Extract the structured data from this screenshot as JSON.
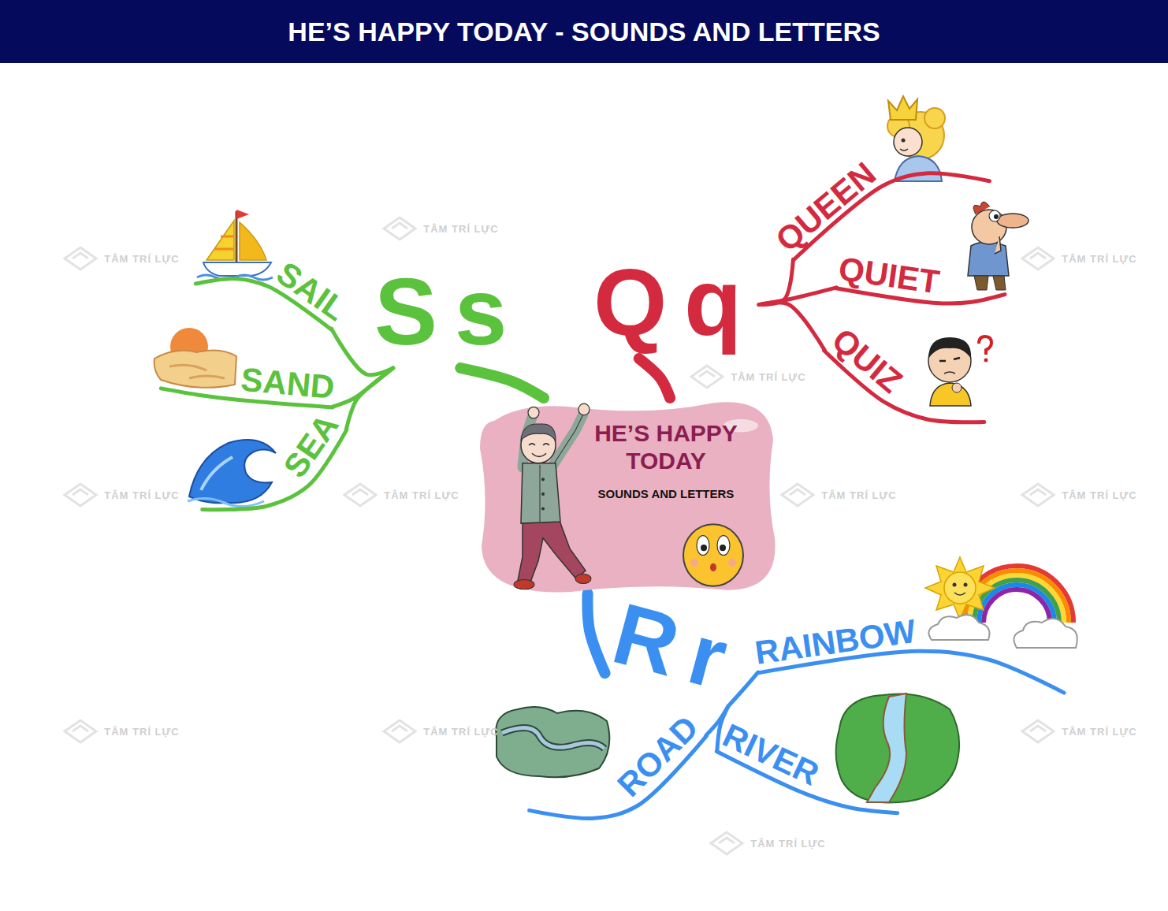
{
  "diagram": {
    "title": "HE’S HAPPY TODAY - SOUNDS AND LETTERS",
    "nodes": [
      {
        "text": [
          "HE’S HAPPY TODAY",
          "SOUNDS AND LETTERS"
        ]
      },
      {
        "text": [
          "Ss"
        ]
      },
      {
        "text": [
          "SAIL"
        ]
      },
      {
        "text": [
          "SAND"
        ]
      },
      {
        "text": [
          "SEA"
        ]
      },
      {
        "text": [
          "Qq"
        ]
      },
      {
        "text": [
          "QUEEN"
        ]
      },
      {
        "text": [
          "QUIET"
        ]
      },
      {
        "text": [
          "QUIZ"
        ]
      },
      {
        "text": [
          "Rr"
        ]
      },
      {
        "text": [
          "RAINBOW"
        ]
      },
      {
        "text": [
          "ROAD"
        ]
      },
      {
        "text": [
          "RIVER"
        ]
      }
    ],
    "edges": [
      {
        "from": 0,
        "to": 1,
        "arrow": "none"
      },
      {
        "from": 1,
        "to": 2,
        "arrow": "none"
      },
      {
        "from": 1,
        "to": 3,
        "arrow": "none"
      },
      {
        "from": 1,
        "to": 4,
        "arrow": "none"
      },
      {
        "from": 0,
        "to": 5,
        "arrow": "none"
      },
      {
        "from": 5,
        "to": 6,
        "arrow": "none"
      },
      {
        "from": 5,
        "to": 7,
        "arrow": "none"
      },
      {
        "from": 5,
        "to": 8,
        "arrow": "none"
      },
      {
        "from": 0,
        "to": 9,
        "arrow": "none"
      },
      {
        "from": 9,
        "to": 10,
        "arrow": "none"
      },
      {
        "from": 9,
        "to": 11,
        "arrow": "none"
      },
      {
        "from": 9,
        "to": 12,
        "arrow": "none"
      }
    ],
    "labels": [
      "TÂM TRÍ LỰC",
      "TÂM TRÍ LỰC",
      "TÂM TRÍ LỰC",
      "TÂM TRÍ LỰC",
      "TÂM TRÍ LỰC",
      "TÂM TRÍ LỰC",
      "TÂM TRÍ LỰC",
      "TÂM TRÍ LỰC",
      "TÂM TRÍ LỰC",
      "TÂM TRÍ LỰC",
      "TÂM TRÍ LỰC",
      "TÂM TRÍ LỰC"
    ]
  }
}
